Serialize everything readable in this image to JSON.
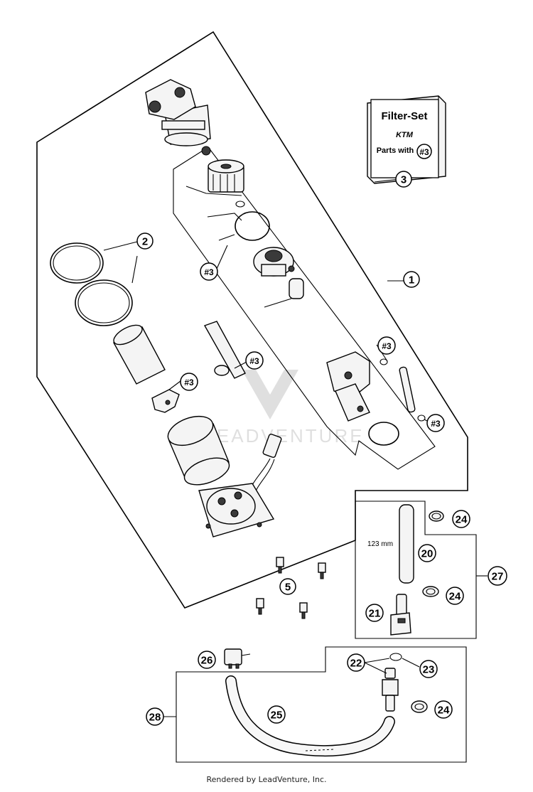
{
  "filter_set": {
    "title": "Filter-Set",
    "brand": "KTM",
    "parts_label": "Parts with",
    "parts_ref": "#3",
    "number": "3"
  },
  "callouts": {
    "c1": "1",
    "c2": "2",
    "c5": "5",
    "c20": "20",
    "c21": "21",
    "c22": "22",
    "c23": "23",
    "c24a": "24",
    "c24b": "24",
    "c24c": "24",
    "c25": "25",
    "c26": "26",
    "c27": "27",
    "c28": "28"
  },
  "refs": {
    "r1": "#3",
    "r2": "#3",
    "r3": "#3",
    "r4": "#3",
    "r5": "#3"
  },
  "hose_length": "123 mm",
  "watermark": "LEADVENTURE",
  "footer": "Rendered by LeadVenture, Inc."
}
